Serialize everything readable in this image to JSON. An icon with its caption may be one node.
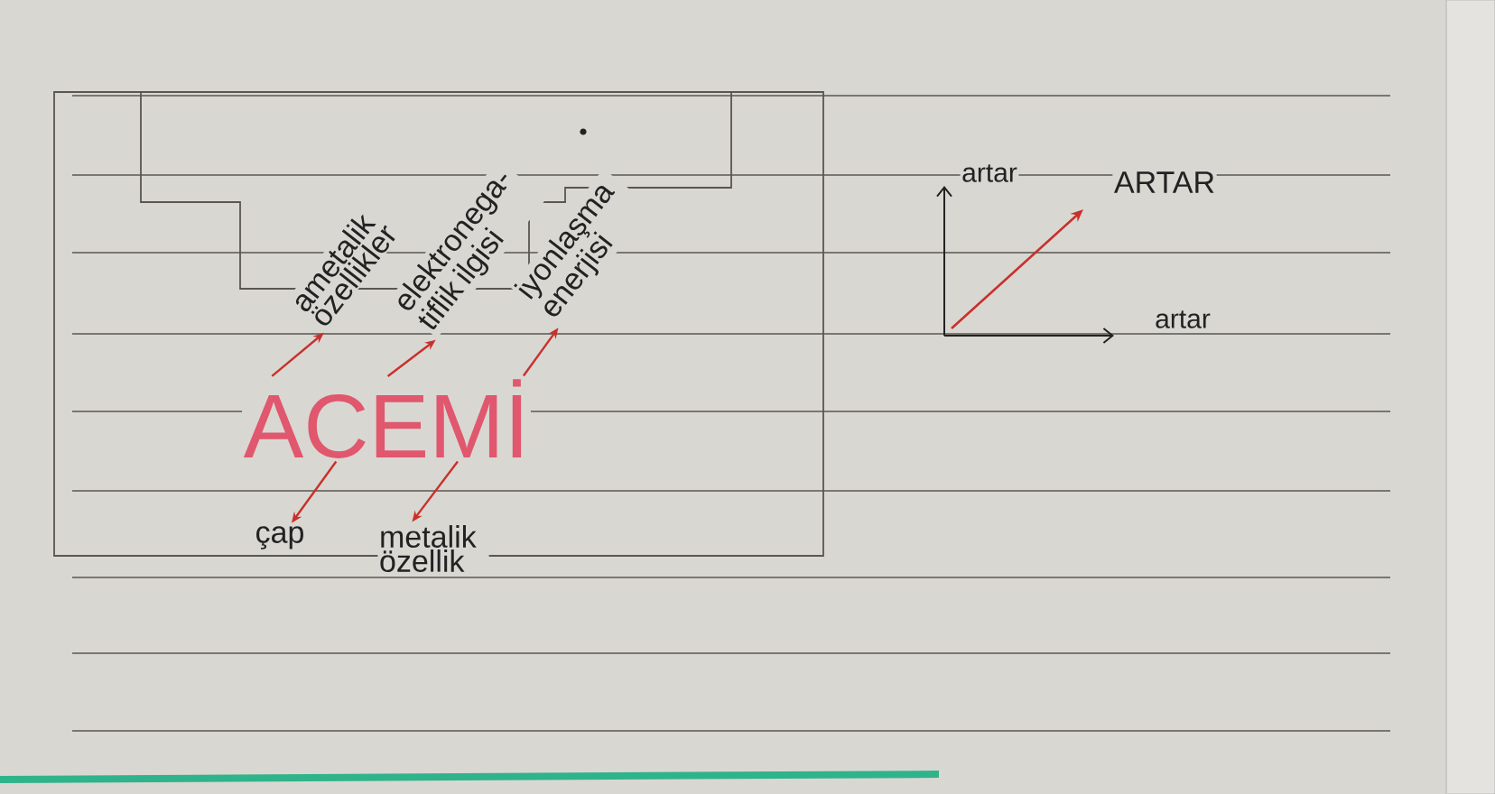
{
  "diagram": {
    "nodes": [
      {
        "text": [
          "ACEMİ"
        ]
      },
      {
        "text": [
          "ametalik özellikler"
        ]
      },
      {
        "text": [
          "elektronega- tiflik ilgisi"
        ]
      },
      {
        "text": [
          "iyonlaşma enerjisi"
        ]
      },
      {
        "text": [
          "çap"
        ]
      },
      {
        "text": [
          "metalik özellik"
        ]
      }
    ],
    "edges": [
      {
        "from": 0,
        "to": 1,
        "arrow": "to"
      },
      {
        "from": 0,
        "to": 2,
        "arrow": "to"
      },
      {
        "from": 0,
        "to": 3,
        "arrow": "to"
      },
      {
        "from": 0,
        "to": 4,
        "arrow": "to"
      },
      {
        "from": 0,
        "to": 5,
        "arrow": "to"
      }
    ],
    "labels": [
      "artar",
      "ARTAR",
      "artar"
    ]
  }
}
